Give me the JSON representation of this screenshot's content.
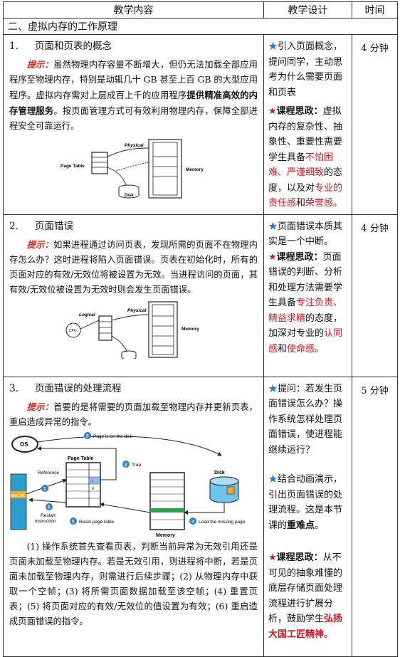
{
  "header": {
    "col1": "教学内容",
    "col2": "教学设计",
    "col3": "时间"
  },
  "section": {
    "title": "二、虚拟内存的工作原理"
  },
  "rows": [
    {
      "num": "1.",
      "title": "页面和页表的概念",
      "hint_label": "提示：",
      "hint_text_a": "虽然物理内存容量不断增大，但仍无法加载全部应用程序至物理内存，特别是动辄几十 GB 甚至上百 GB 的大型应用程序。虚拟内存需对上层成百上千的应用程序",
      "hint_bold": "提供精准高效的内存管理服务",
      "hint_text_b": "。按页面管理方式可有效利用物理内存，保障全部进程安全可靠运行。",
      "fig": {
        "page_table": "Page Table",
        "physical": "Physical",
        "memory": "Memory",
        "disk": "Disk"
      },
      "design": {
        "star": "★",
        "intro": "引入页面概念，提问同学，主动思考为什么需要页面和页表",
        "star2": "★",
        "ideo_label": "课程思政：",
        "t1": "虚拟内存的复杂性、抽象性、重要性需要学生具备",
        "r1": "不怕困难、严谨细致",
        "t2": "的态度，以及对",
        "r2": "专业的责任感",
        "t3": "和",
        "r3": "荣誉感",
        "t4": "。"
      },
      "time": "4 分钟"
    },
    {
      "num": "2.",
      "title": "页面错误",
      "hint_label": "提示：",
      "hint_text": "如果进程通过访问页表，发现所需的页面不在物理内存怎么办？这时进程将陷入页面错误。页表在初始化时，所有的页面对应的有效/无效位将被设置为无效。当进程访问的页面，其有效/无效位被设置为无效时则会发生页面错误。",
      "fig": {
        "logical": "Logical",
        "physical": "Physical",
        "cpu": "CPU",
        "memory": "Memory"
      },
      "design": {
        "star": "★",
        "intro": "页面错误本质其实是一个中断。",
        "star2": "★",
        "ideo_label": "课程思政：",
        "t1": "页面错误的判断、分析和处理方法需要学生具备",
        "r1": "专注负责、精益求精",
        "t2": "的态度，加深对专业的",
        "r2": "认同感",
        "t3": "和",
        "r3": "使命感",
        "t4": "。"
      },
      "time": "4 分钟"
    },
    {
      "num": "3.",
      "title": "页面错误的处理流程",
      "hint_label": "提示：",
      "hint_text": "首要的是将需要的页面加载至物理内存并更新页表，重启造成异常的指令。",
      "fig": {
        "os": "OS",
        "s1": "1",
        "s2": "2",
        "s3": "3",
        "s4": "4",
        "s5": "5",
        "s6": "6",
        "page_on_disk": "Page is on the disk",
        "trap": "Trap",
        "reference": "Reference",
        "page_table": "Page Table",
        "disk": "Disk",
        "load_m": "load M",
        "restart": "Restart",
        "instruction": "instruction",
        "reset": "Reset page table",
        "load_missing": "Load the missing page",
        "memory": "Memory",
        "valid": "v",
        "invalid": "i"
      },
      "body": "(1) 操作系统首先查看页表，判断当前异常为无效引用还是页面未加载至物理内存。若是无效引用，则进程将中断，若是页面未加载至物理内存，则需进行后续步骤；(2) 从物理内存中获取一个空帧；(3) 将所需页面数据加载至该空帧；(4) 重置页表；(5) 将页面对应的有效/无效位的值设置为有效；(6) 重启造成页面错误的指令。",
      "design": {
        "star": "★",
        "q": "提问：若发生页面错误怎么办？操作系统怎样处理页面错误，使进程能继续运行？",
        "star2": "★",
        "a": "结合动画演示，引出页面错误的处理流程。这是本节课的",
        "a_bold": "重难点",
        "a_end": "。",
        "star3": "★",
        "ideo_label": "课程思政：",
        "t1": "从不可见的抽象难懂的底层存储页面处理流程进行扩展分析，鼓励学生",
        "r1": "弘扬大国工匠精神",
        "t2": "。"
      },
      "time": "5 分钟"
    }
  ]
}
